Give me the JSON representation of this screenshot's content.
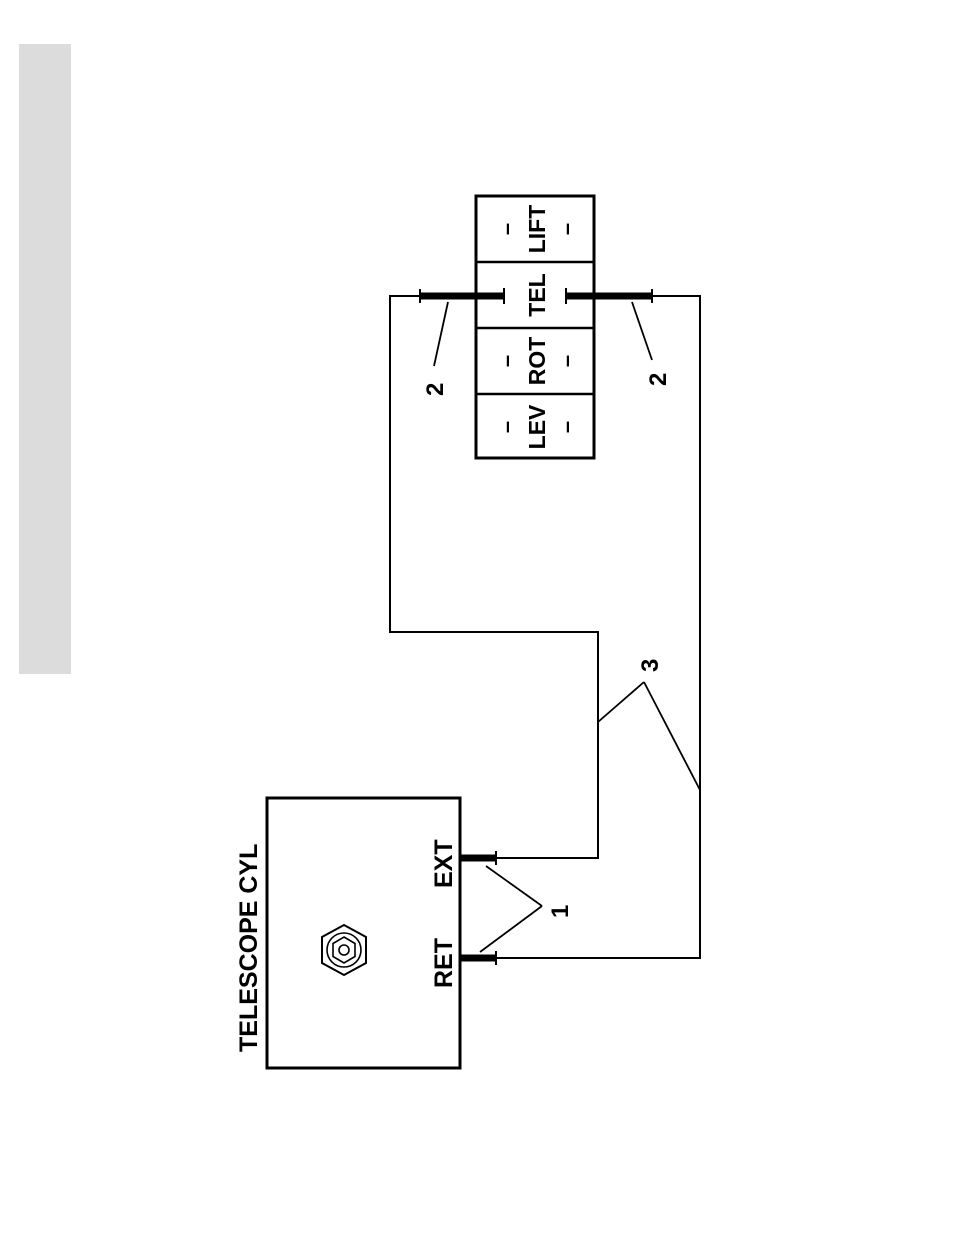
{
  "telescope_cylinder": {
    "title": "TELESCOPE CYL",
    "ports": {
      "ret": "RET",
      "ext": "EXT"
    }
  },
  "valve_bank": {
    "sections": [
      "LEV",
      "ROT",
      "TEL",
      "LIFT"
    ],
    "dash": "–"
  },
  "callouts": {
    "fittings": "1",
    "valve_fittings": "2",
    "hoses": "3"
  },
  "colors": {
    "ink": "#000000",
    "side_tab": "#dcdcdc",
    "background": "#ffffff"
  }
}
